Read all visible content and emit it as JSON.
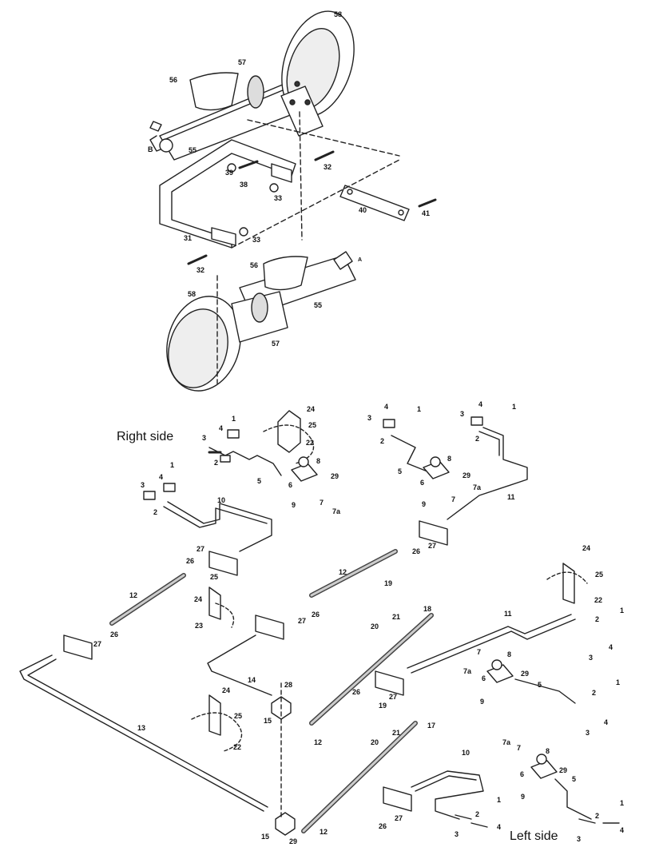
{
  "labels": {
    "right_side": "Right side",
    "left_side": "Left side"
  },
  "axle_markers": {
    "front": "B",
    "rear": "A"
  },
  "callouts": {
    "c58a": "58",
    "c57a": "57",
    "c56a": "56",
    "c55a": "55",
    "c39": "39",
    "c38": "38",
    "c33a": "33",
    "c32a": "32",
    "c40": "40",
    "c41": "41",
    "c31": "31",
    "c33b": "33",
    "c32b": "32",
    "c56b": "56",
    "c55b": "55",
    "c58b": "58",
    "c57b": "57",
    "r24": "24",
    "r25": "25",
    "r22": "22",
    "r1": "1",
    "r4": "4",
    "r3": "3",
    "r2": "2",
    "r8": "8",
    "r29": "29",
    "r5": "5",
    "r6": "6",
    "r9": "9",
    "r7": "7",
    "r7a": "7a",
    "r1b": "1",
    "r4b": "4",
    "r3b": "3",
    "r2b": "2",
    "r10": "10",
    "t1": "1",
    "t4": "4",
    "t3": "3",
    "t2": "2",
    "t8": "8",
    "t29": "29",
    "t5": "5",
    "t6": "6",
    "t9": "9",
    "t7": "7",
    "t7a": "7a",
    "t1b": "1",
    "t4b": "4",
    "t3b": "3",
    "t2b": "2",
    "t11": "11",
    "m27a": "27",
    "m26a": "26",
    "m12a": "12",
    "m25a": "25",
    "m24a": "24",
    "m23": "23",
    "m26b": "26",
    "m27b": "27",
    "m12b": "12",
    "m26c": "26",
    "m27c": "27",
    "m12c": "12",
    "m26d": "26",
    "m27d": "27",
    "m19a": "19",
    "m20a": "20",
    "m21a": "21",
    "m18": "18",
    "m24b": "24",
    "m25b": "25",
    "m22b": "22",
    "m11": "11",
    "m2c": "2",
    "m1c": "1",
    "m3c": "3",
    "m4c": "4",
    "b13": "13",
    "b14": "14",
    "b28": "28",
    "b15a": "15",
    "b24": "24",
    "b25": "25",
    "b22": "22",
    "b12": "12",
    "b26": "26",
    "b27": "27",
    "b19": "19",
    "b20": "20",
    "b21": "21",
    "b17": "17",
    "b15b": "15",
    "b29": "29",
    "b12b": "12",
    "b26b": "26",
    "b27b": "27",
    "b10": "10",
    "l7": "7",
    "l8": "8",
    "l7a": "7a",
    "l6": "6",
    "l29": "29",
    "l9": "9",
    "l5": "5",
    "l2": "2",
    "l1": "1",
    "l3": "3",
    "l4": "4",
    "l7b": "7a",
    "l7c": "7",
    "l8b": "8",
    "l6b": "6",
    "l29b": "29",
    "l9b": "9",
    "l5b": "5",
    "l2b": "2",
    "l1b": "1",
    "l3b": "3",
    "l4b": "4",
    "l2d": "2",
    "l1d": "1",
    "l3d": "3",
    "l4d": "4"
  }
}
